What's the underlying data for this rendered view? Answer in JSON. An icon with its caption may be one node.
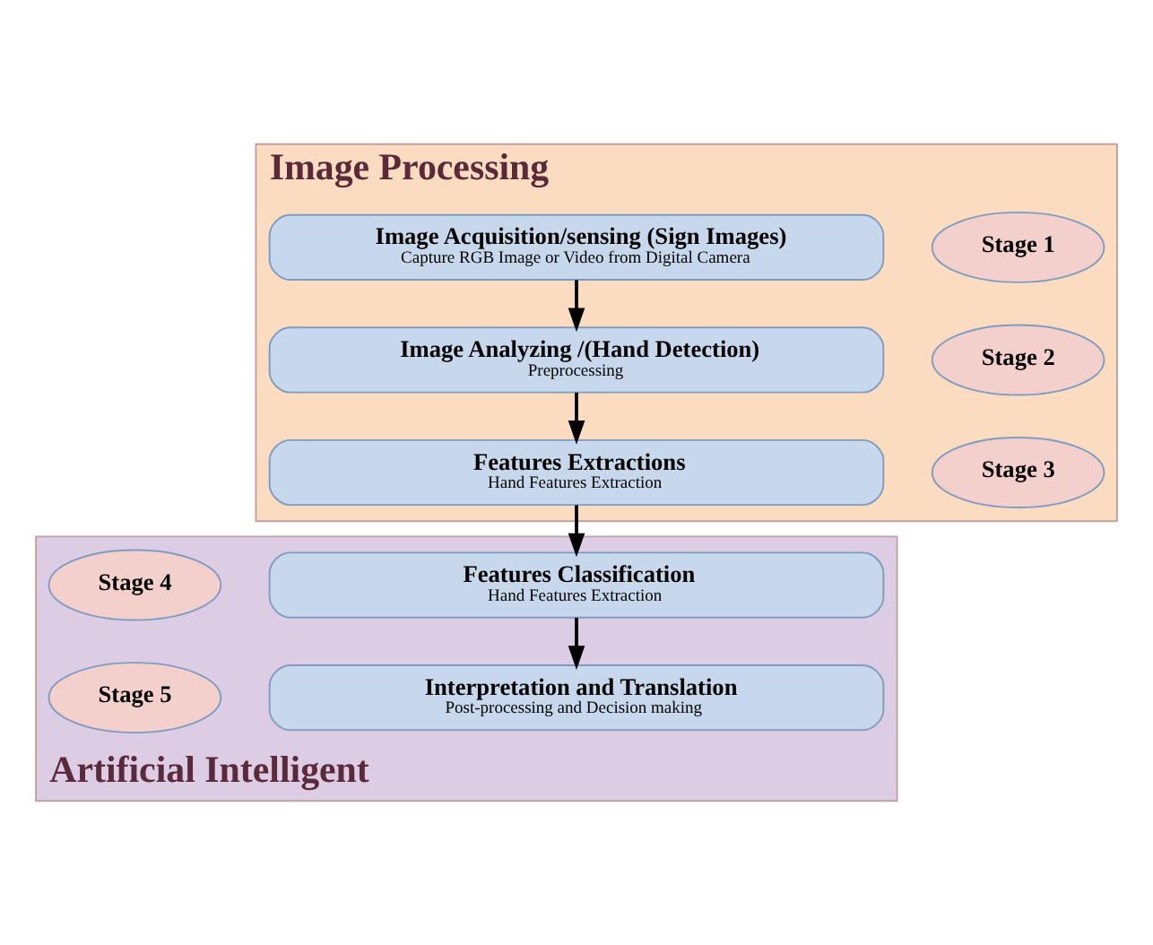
{
  "diagram": {
    "nodes": [
      {
        "text": [
          "Image Processing"
        ]
      },
      {
        "text": [
          "Image Acquisition/sensing (Sign Images)",
          "Capture RGB Image or Video from Digital Camera"
        ],
        "in": 0
      },
      {
        "text": [
          "Stage 1"
        ],
        "in": 0
      },
      {
        "text": [
          "Image Analyzing /(Hand Detection)",
          "Preprocessing"
        ],
        "in": 0
      },
      {
        "text": [
          "Stage 2"
        ],
        "in": 0
      },
      {
        "text": [
          "Features Extractions",
          "Hand Features Extraction"
        ],
        "in": 0
      },
      {
        "text": [
          "Stage 3"
        ],
        "in": 0
      },
      {
        "text": [
          "Artificial Intelligent"
        ]
      },
      {
        "text": [
          "Stage 4"
        ],
        "in": 7
      },
      {
        "text": [
          "Features Classification",
          "Hand Features Extraction"
        ],
        "in": 7
      },
      {
        "text": [
          "Stage 5"
        ],
        "in": 7
      },
      {
        "text": [
          "Interpretation and Translation",
          "Post-processing and Decision making"
        ],
        "in": 7
      }
    ],
    "edges": [
      {
        "from": 1,
        "to": 3,
        "arrow": "to"
      },
      {
        "from": 3,
        "to": 5,
        "arrow": "to"
      },
      {
        "from": 5,
        "to": 9,
        "arrow": "to"
      },
      {
        "from": 9,
        "to": 11,
        "arrow": "to"
      }
    ]
  }
}
